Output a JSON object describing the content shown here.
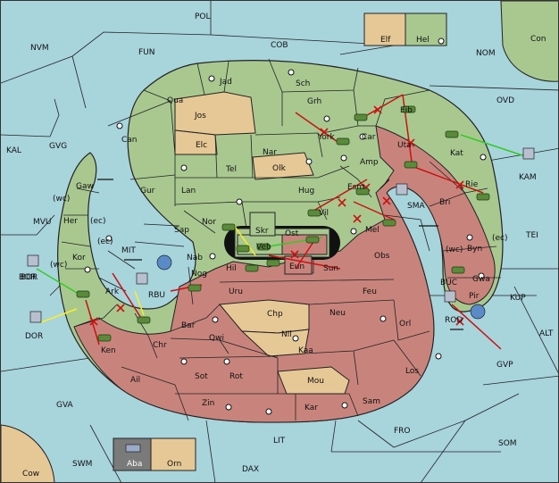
{
  "colors": {
    "sea": "#a8d4dc",
    "land_green": "#a8c890",
    "land_tan": "#e6c896",
    "land_red": "#c8847c",
    "border": "#222222",
    "order_red": "#cc1111",
    "order_yellow": "#ffee22",
    "order_green": "#33cc22",
    "tank": "#5a8a3a",
    "fleet": "#b8c0d0"
  },
  "seas": [
    "POL",
    "NVM",
    "FUN",
    "COB",
    "NOM",
    "OVD",
    "KAL",
    "GVG",
    "MVU",
    "BOR",
    "MIT",
    "TEI",
    "KUP",
    "ALT",
    "GVP",
    "GVA",
    "SWM",
    "LIT",
    "FRO",
    "SOM",
    "DAX"
  ],
  "coast_labels": [
    "(wc)",
    "(ec)",
    "(ec)",
    "(wc)",
    "(wc)",
    "(ec)"
  ],
  "corner_provinces": [
    "Con",
    "Elf",
    "Hel",
    "Cow",
    "Aba",
    "Orn"
  ],
  "home_labels": [
    "KAM",
    "DOR",
    "BOR",
    "RBU",
    "BUC",
    "ROD",
    "SMA"
  ],
  "provinces": {
    "green": [
      "Jad",
      "Sch",
      "Qua",
      "Can",
      "Grh",
      "Eib",
      "Car",
      "Kat",
      "Gaw",
      "Gur",
      "Lan",
      "Hug",
      "Tel",
      "Nar",
      "York",
      "Amp",
      "Esm",
      "Vil",
      "Nor",
      "Sap",
      "Skr",
      "Her",
      "Kor",
      "Ark",
      "Nab",
      "Veb",
      "Mel"
    ],
    "tan": [
      "Jos",
      "Elc",
      "Olk",
      "Chp",
      "Nil",
      "Mou"
    ],
    "red": [
      "Uta",
      "Rie",
      "Bri",
      "Byn",
      "Gwa",
      "Pir",
      "Ost",
      "Eun",
      "Hil",
      "Sun",
      "Obs",
      "Nog",
      "Uru",
      "Feu",
      "Bar",
      "Qwi",
      "Neu",
      "Orl",
      "Kaa",
      "Sot",
      "Rot",
      "Los",
      "Ken",
      "Chr",
      "Ail",
      "Zin",
      "Kar",
      "Sam"
    ]
  }
}
